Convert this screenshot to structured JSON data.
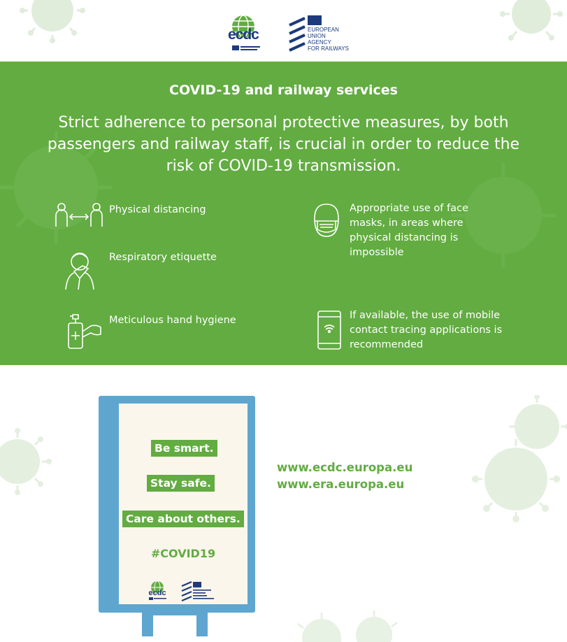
{
  "logos": {
    "ecdc_text": "ecdc",
    "era_lines": [
      "EUROPEAN",
      "UNION",
      "AGENCY",
      "FOR RAILWAYS"
    ]
  },
  "band": {
    "title": "COVID-19 and railway services",
    "lead": "Strict adherence to personal protective measures, by both passengers and railway staff, is crucial in order to reduce the risk of COVID-19 transmission."
  },
  "measures": [
    {
      "icon": "physical-distancing-icon",
      "text": "Physical distancing"
    },
    {
      "icon": "respiratory-etiquette-icon",
      "text": "Respiratory etiquette"
    },
    {
      "icon": "hand-hygiene-icon",
      "text": "Meticulous hand hygiene"
    },
    {
      "icon": "face-mask-icon",
      "text": "Appropriate use of face masks, in areas where physical distancing is impossible"
    },
    {
      "icon": "mobile-phone-icon",
      "text": "If available, the use of mobile contact tracing applications is recommended"
    }
  ],
  "poster": {
    "slogans": [
      "Be smart.",
      "Stay safe.",
      "Care about others."
    ],
    "hashtag": "#COVID19"
  },
  "links": [
    "www.ecdc.europa.eu",
    "www.era.europa.eu"
  ],
  "colors": {
    "green": "#62ac41",
    "blue": "#5ea6d0",
    "navy": "#1d3a7c"
  }
}
